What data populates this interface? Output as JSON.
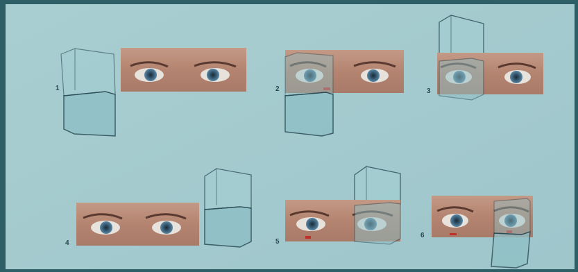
{
  "colors": {
    "background": "#2f5f66",
    "board": "#a7cdd0",
    "skin": "#b88a74",
    "iris": "#4a7a95",
    "cube_fill": "#8fc0c6",
    "cube_edge": "#2c4c56",
    "marker": "#c0302a"
  },
  "panels": [
    {
      "label": "1"
    },
    {
      "label": "2"
    },
    {
      "label": "3"
    },
    {
      "label": "4"
    },
    {
      "label": "5"
    },
    {
      "label": "6"
    }
  ]
}
